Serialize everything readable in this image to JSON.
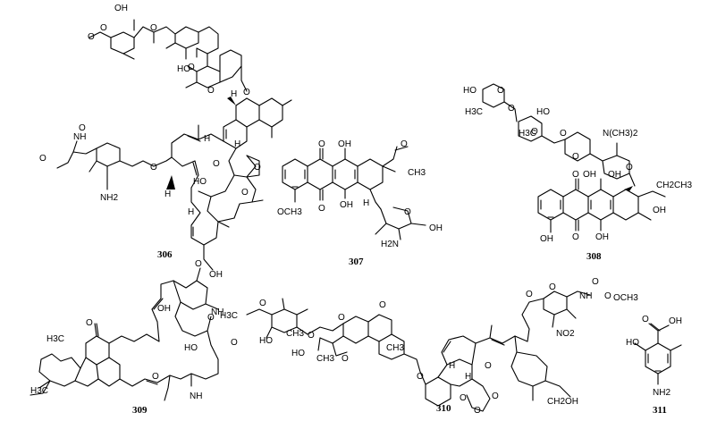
{
  "compounds": [
    {
      "id": "306"
    },
    {
      "id": "307"
    },
    {
      "id": "308"
    },
    {
      "id": "309"
    },
    {
      "id": "310"
    },
    {
      "id": "311"
    }
  ],
  "atoms": {
    "c306": [
      "OH",
      "O",
      "O",
      "O",
      "O",
      "HO",
      "O",
      "O",
      "H",
      "H",
      "H",
      "NH",
      "O",
      "O",
      "O",
      "NH2",
      "H",
      "HO",
      "O",
      "O",
      "O",
      "OH",
      "H"
    ],
    "c307": [
      "O",
      "OH",
      "O",
      "OH",
      "O",
      "CH3",
      "OCH3",
      "H",
      "O",
      "OH",
      "H2N"
    ],
    "c308": [
      "HO",
      "H3C",
      "O",
      "O",
      "HO",
      "O",
      "H3C",
      "O",
      "N(CH3)2",
      "O",
      "O",
      "OH",
      "OH",
      "O",
      "CH2CH3",
      "OH",
      "OH",
      "O",
      "OH"
    ],
    "c309": [
      "OH",
      "O",
      "O",
      "H3C",
      "NH",
      "H3C",
      "O",
      "HO",
      "O",
      "NH"
    ],
    "c310": [
      "H3C",
      "O",
      "O",
      "HO",
      "CH3",
      "O",
      "O",
      "HO",
      "CH3",
      "O",
      "O",
      "CH3",
      "O",
      "O",
      "O",
      "O",
      "NH",
      "O",
      "OCH3",
      "NO2",
      "H",
      "H",
      "O",
      "O",
      "O",
      "O",
      "CH2OH"
    ],
    "c311": [
      "O",
      "OH",
      "HO",
      "NH2"
    ]
  }
}
